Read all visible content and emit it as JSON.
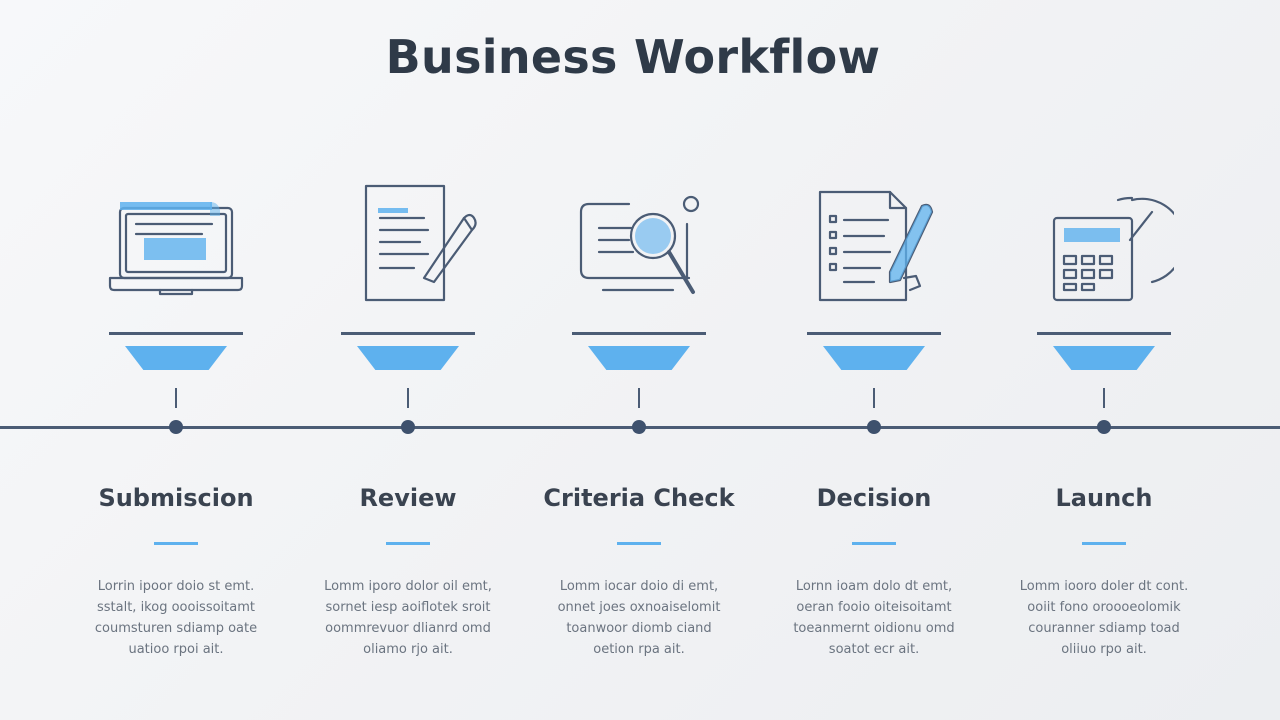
{
  "title": "Business Workflow",
  "steps": [
    {
      "label": "Submiscion",
      "icon": "laptop-icon",
      "desc": [
        "Lorrin ipoor doio st emt.",
        "sstalt, ikog oooissoitamt",
        "coumsturen sdiamp oate",
        "uatioo rpoi ait."
      ]
    },
    {
      "label": "Review",
      "icon": "document-pen-icon",
      "desc": [
        "Lomm iporo dolor oil emt,",
        "sornet iesp aoiflotek sroit",
        "oommrevuor dlianrd omd",
        "oliamo rjo ait."
      ]
    },
    {
      "label": "Criteria Check",
      "icon": "magnifier-icon",
      "desc": [
        "Lomm iocar doio di emt,",
        "onnet joes oxnoaiselomit",
        "toanwoor diomb ciand",
        "oetion rpa ait."
      ]
    },
    {
      "label": "Decision",
      "icon": "checklist-pen-icon",
      "desc": [
        "Lornn ioam dolo dt emt,",
        "oeran fooio oiteisoitamt",
        "toeanmernt oidionu omd",
        "soatot ecr ait."
      ]
    },
    {
      "label": "Launch",
      "icon": "calculator-icon",
      "desc": [
        "Lomm iooro doler dt cont.",
        "ooiit fono oroooeolomik",
        "couranner sdiamp toad",
        "oliiuo rpo ait."
      ]
    }
  ],
  "colors": {
    "accent": "#5eb1ee",
    "line": "#4b5c75",
    "text": "#2f3a48"
  }
}
